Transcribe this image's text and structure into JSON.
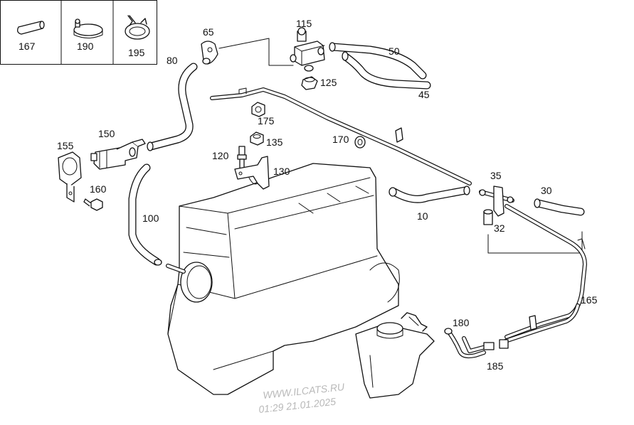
{
  "legend_boxes": [
    {
      "label": "167",
      "icon": "sleeve-icon"
    },
    {
      "label": "190",
      "icon": "hose-clamp-icon"
    },
    {
      "label": "195",
      "icon": "spring-clamp-icon"
    }
  ],
  "callouts": {
    "c10": "10",
    "c30": "30",
    "c32": "32",
    "c35": "35",
    "c45": "45",
    "c50": "50",
    "c65": "65",
    "c80": "80",
    "c100": "100",
    "c115": "115",
    "c120": "120",
    "c125": "125",
    "c130": "130",
    "c135": "135",
    "c150": "150",
    "c155": "155",
    "c160": "160",
    "c165": "165",
    "c170": "170",
    "c175": "175",
    "c180": "180",
    "c185": "185"
  },
  "watermark": {
    "site": "WWW.ILCATS.RU",
    "timestamp": "01:29 21.01.2025"
  }
}
